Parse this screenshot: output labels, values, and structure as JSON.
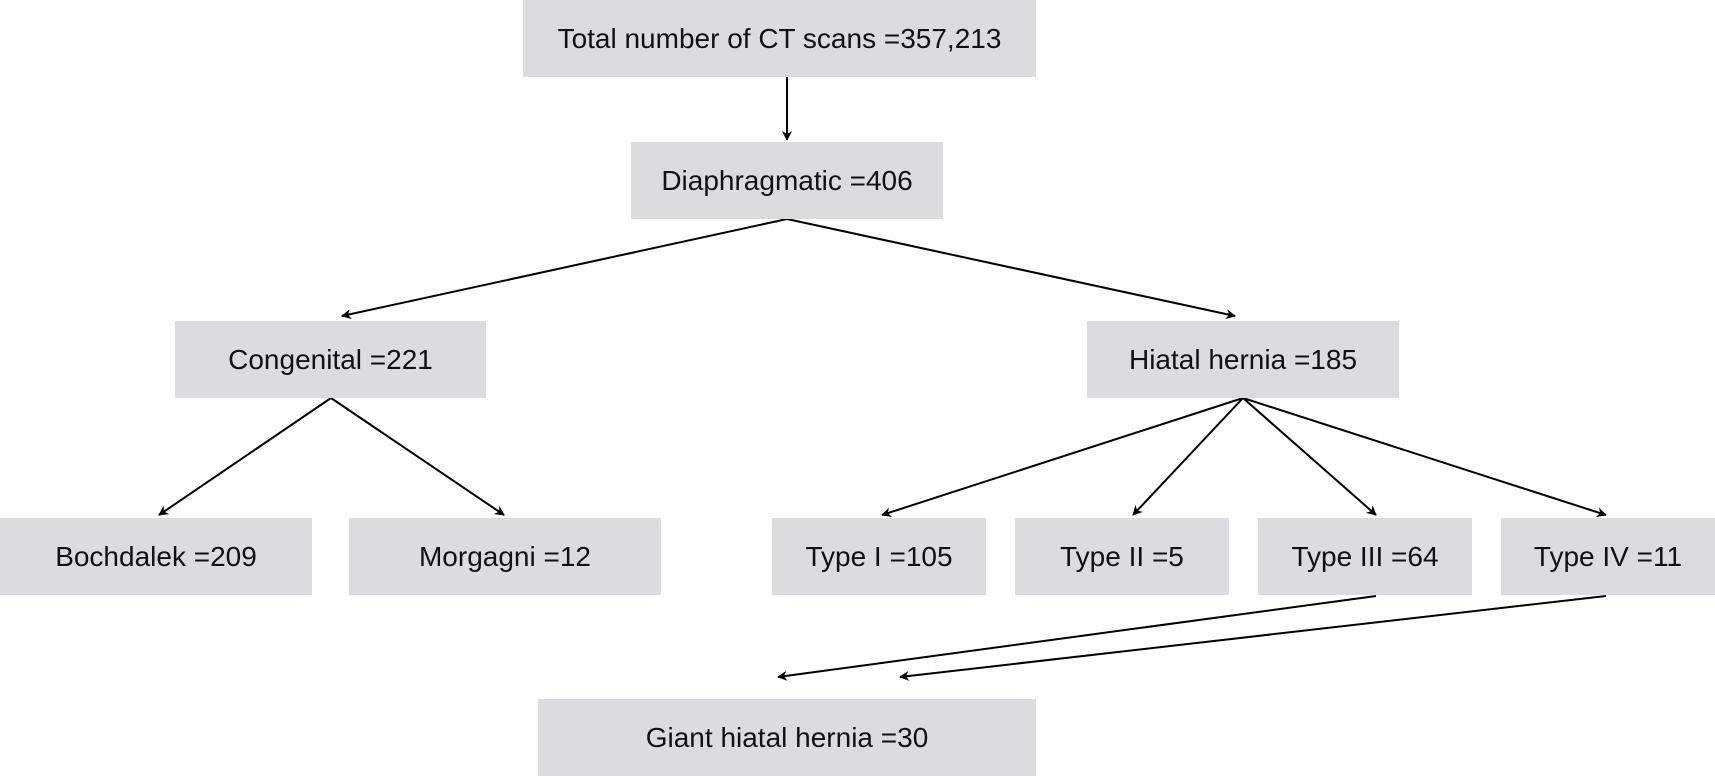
{
  "nodes": {
    "total": "Total number of CT scans =357,213",
    "diaphragmatic": "Diaphragmatic =406",
    "congenital": "Congenital =221",
    "hiatal": "Hiatal hernia =185",
    "bochdalek": "Bochdalek =209",
    "morgagni": "Morgagni =12",
    "type1": "Type I =105",
    "type2": "Type II =5",
    "type3": "Type III =64",
    "type4": "Type IV =11",
    "giant": "Giant hiatal hernia =30"
  },
  "colors": {
    "box_fill": "#dcdbe0",
    "text": "#111111",
    "arrow": "#000000"
  }
}
